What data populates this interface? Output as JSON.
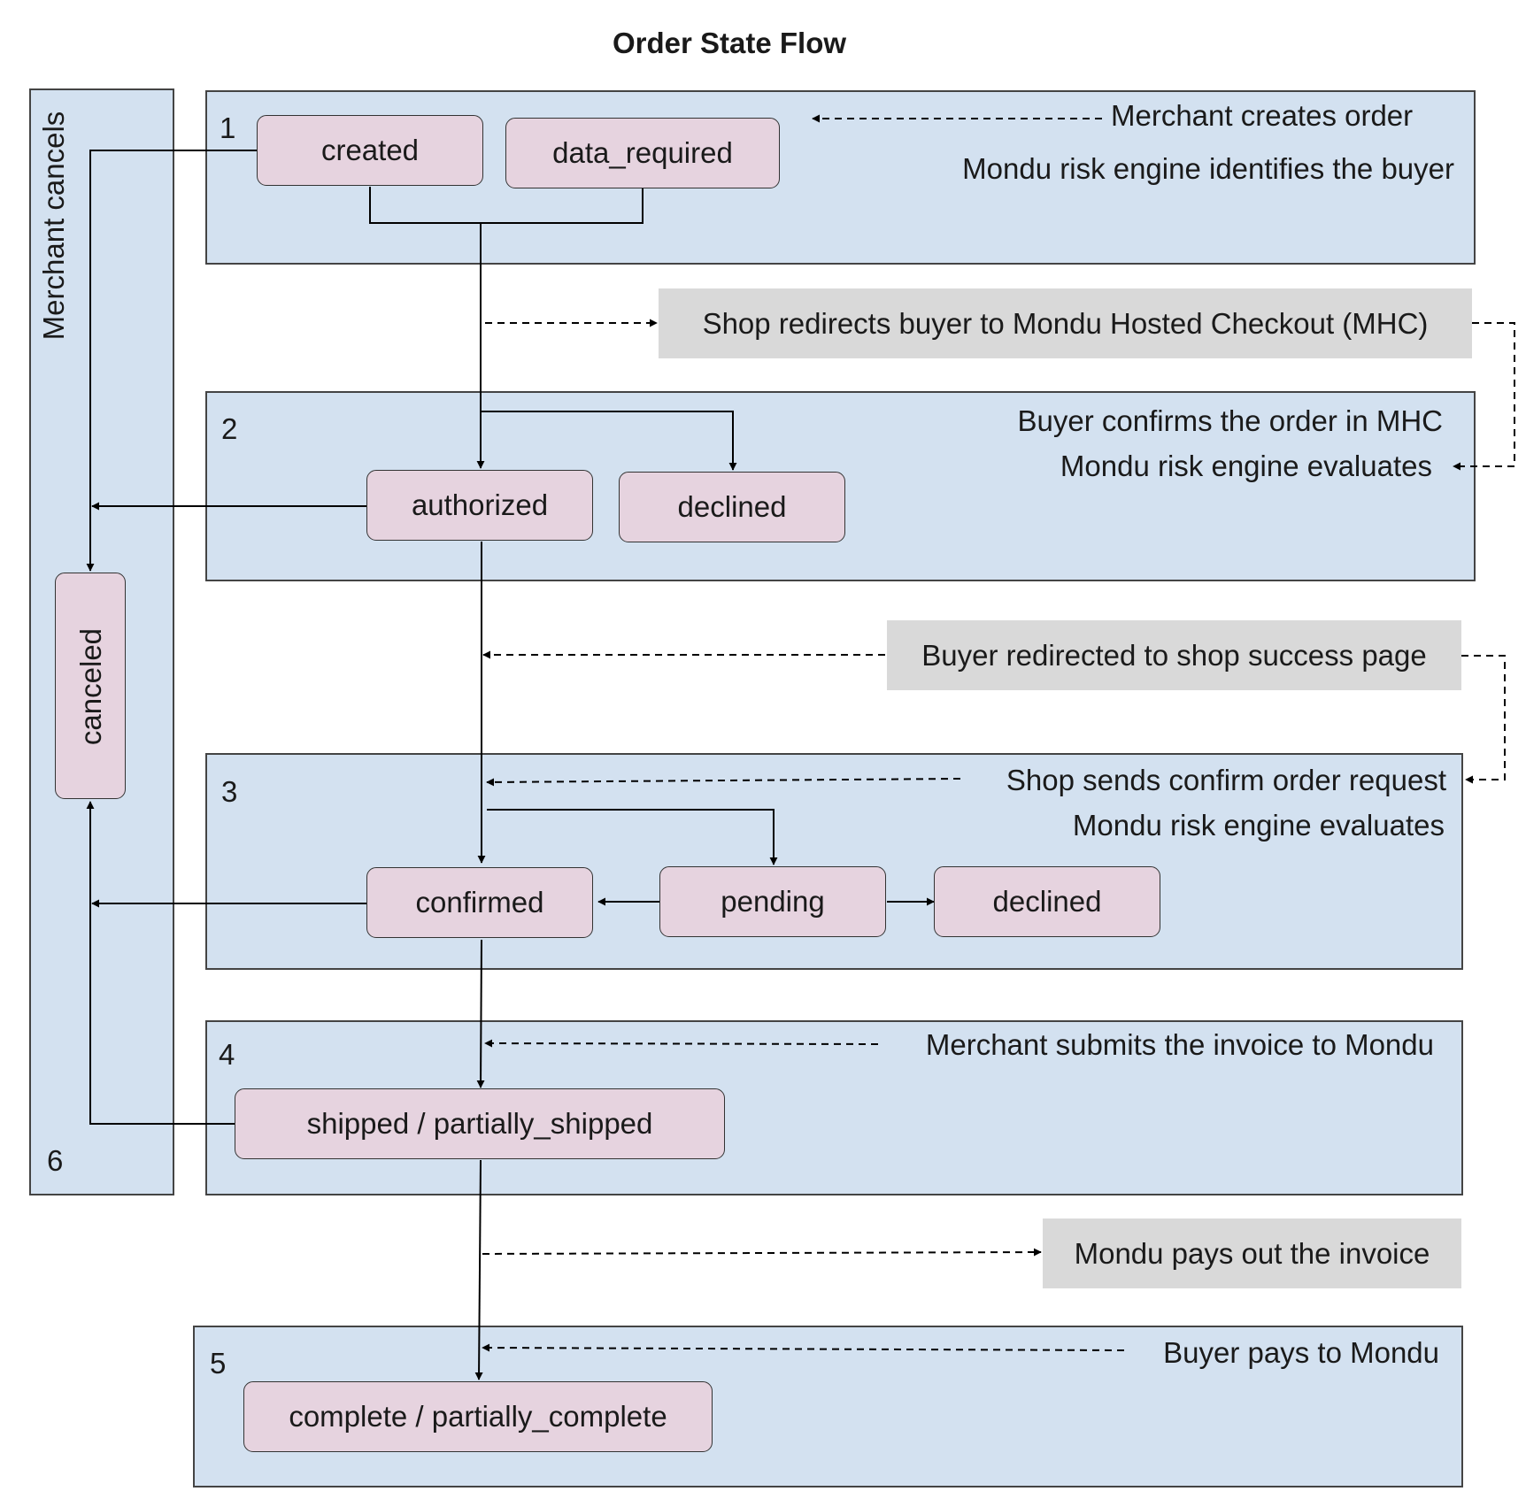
{
  "title": "Order State Flow",
  "lanes": {
    "lane1_number": "1",
    "lane2_number": "2",
    "lane3_number": "3",
    "lane4_number": "4",
    "lane5_number": "5",
    "lane6_number": "6",
    "cancel_lane_label": "Merchant cancels"
  },
  "states": {
    "created": "created",
    "data_required": "data_required",
    "authorized": "authorized",
    "declined_2": "declined",
    "confirmed": "confirmed",
    "pending": "pending",
    "declined_3": "declined",
    "shipped": "shipped / partially_shipped",
    "complete": "complete / partially_complete",
    "canceled": "canceled"
  },
  "notes": {
    "merchant_creates": "Merchant creates order",
    "risk_identifies": "Mondu risk engine identifies the buyer",
    "buyer_confirms": "Buyer confirms the order in MHC",
    "risk_evaluates_2": "Mondu risk engine evaluates",
    "shop_sends_confirm": "Shop sends confirm order request",
    "risk_evaluates_3": "Mondu risk engine evaluates",
    "merchant_submits_invoice": "Merchant submits the invoice to Mondu",
    "buyer_pays": "Buyer pays to Mondu"
  },
  "events": {
    "redirect_mhc": "Shop redirects buyer to Mondu Hosted Checkout (MHC)",
    "redirect_success": "Buyer redirected to shop success page",
    "mondu_pays_out": "Mondu pays out the invoice"
  },
  "colors": {
    "lane_fill": "#d3e1f0",
    "state_fill": "#e6d3df",
    "event_fill": "#d9d9d9"
  }
}
